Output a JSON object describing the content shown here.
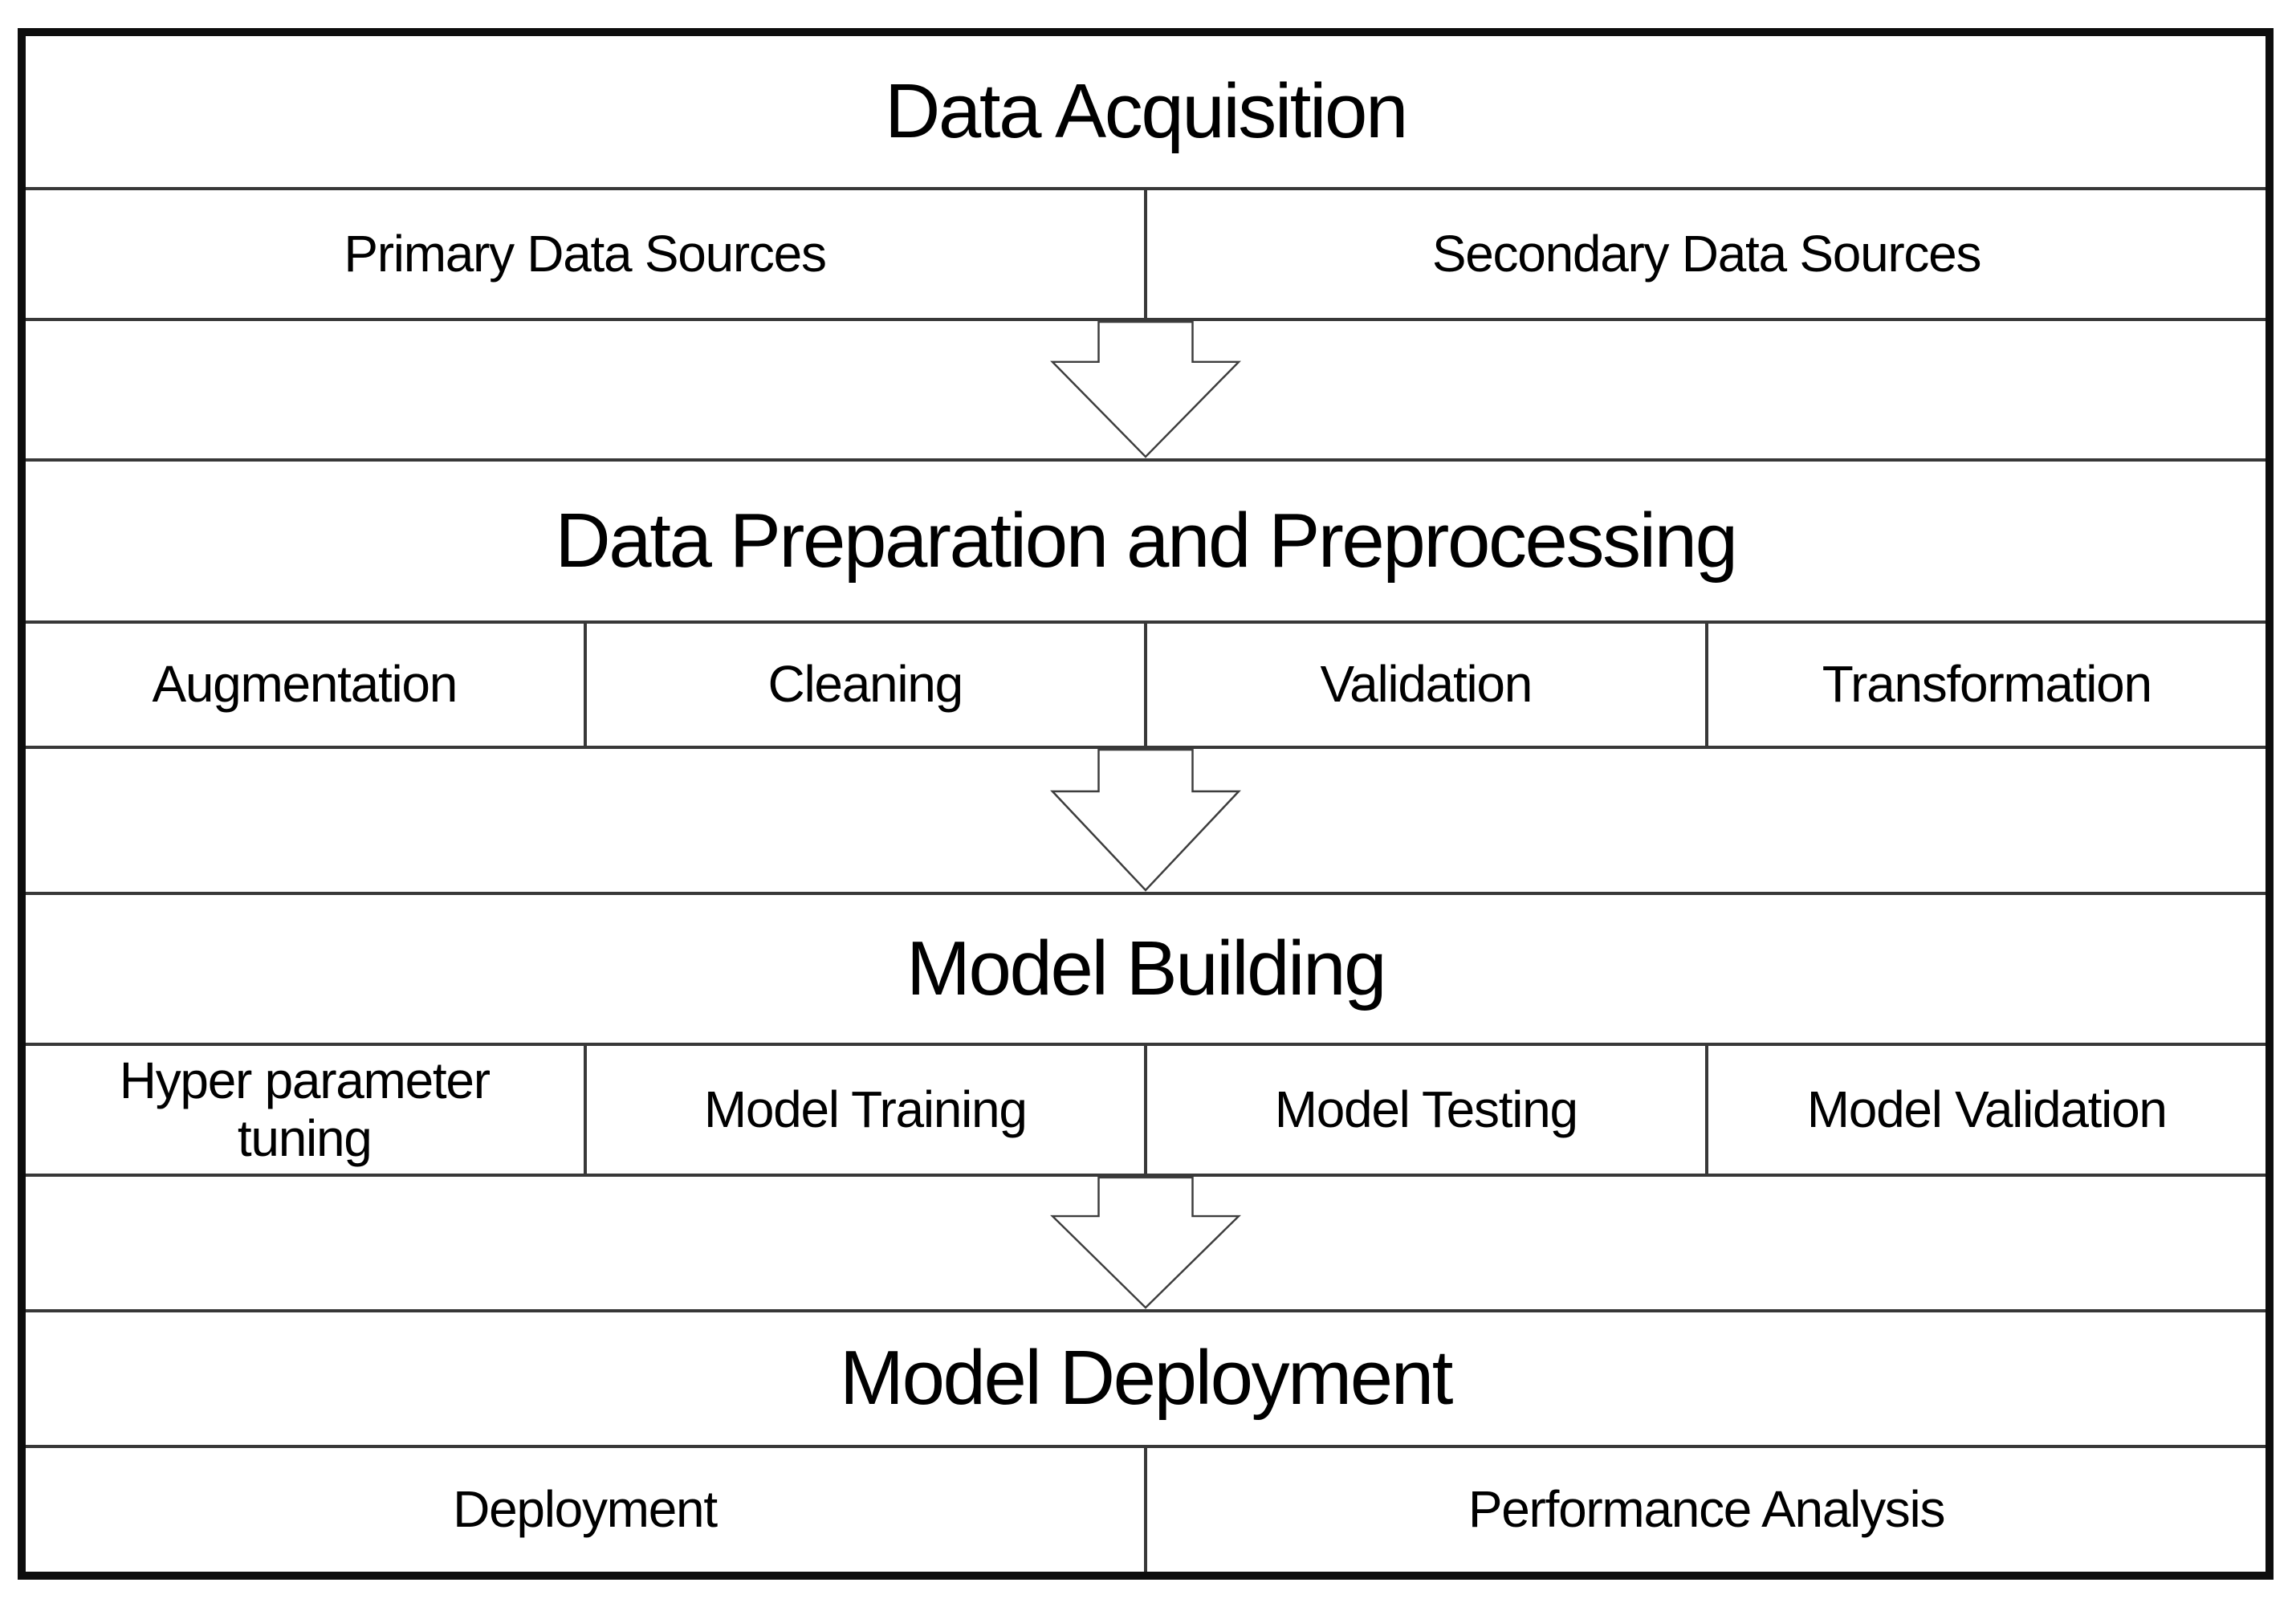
{
  "diagram": {
    "type": "flowchart",
    "sections": [
      {
        "title": "Data Acquisition",
        "items": [
          "Primary Data Sources",
          "Secondary Data Sources"
        ]
      },
      {
        "title": "Data Preparation and Preprocessing",
        "items": [
          "Augmentation",
          "Cleaning",
          "Validation",
          "Transformation"
        ]
      },
      {
        "title": "Model Building",
        "items": [
          "Hyper parameter tuning",
          "Model Training",
          "Model Testing",
          "Model Validation"
        ]
      },
      {
        "title": "Model Deployment",
        "items": [
          "Deployment",
          "Performance Analysis"
        ]
      }
    ],
    "connectors": [
      {
        "icon": "down-arrow-icon",
        "from": "Data Acquisition",
        "to": "Data Preparation and Preprocessing"
      },
      {
        "icon": "down-arrow-icon",
        "from": "Data Preparation and Preprocessing",
        "to": "Model Building"
      },
      {
        "icon": "down-arrow-icon",
        "from": "Model Building",
        "to": "Model Deployment"
      }
    ],
    "colors": {
      "background": "#ffffff",
      "outer_border": "#0d0d0d",
      "grid_line": "#383838",
      "text": "#000000",
      "arrow_fill": "#ffffff",
      "arrow_outline": "#3d3d3d"
    }
  }
}
